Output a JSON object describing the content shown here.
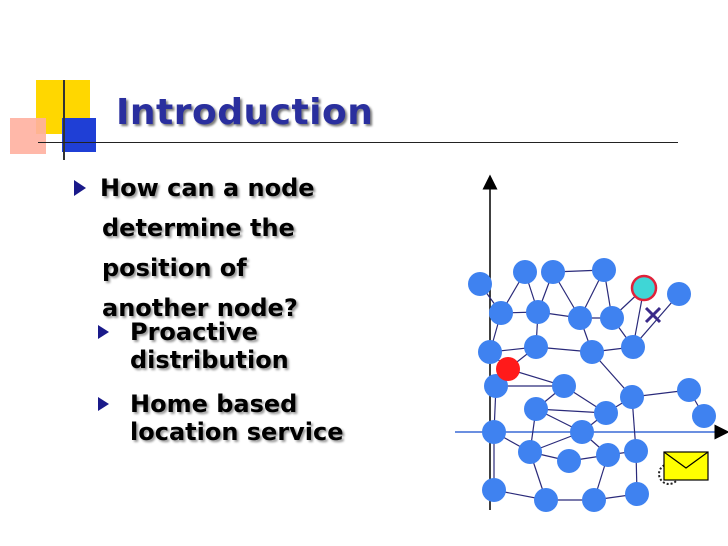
{
  "slide": {
    "title": "Introduction",
    "bullets": [
      {
        "lines": [
          "How can a node",
          "determine the",
          "position of",
          "another node?"
        ],
        "sub_bullets": [
          {
            "lines": [
              "Proactive",
              "distribution"
            ]
          },
          {
            "lines": [
              "Home based",
              "location service"
            ]
          }
        ]
      }
    ]
  },
  "colors": {
    "title": "#2a2f9e",
    "node": "#3f82f0",
    "source_node": "#ff1a1a",
    "target_node": "#3fd6d6",
    "target_ring": "#e0223a",
    "marker_x": "#3a2a8a",
    "envelope": "#ffff00",
    "dotted_ring": "#222222",
    "deco_yellow": "#ffd700",
    "deco_blue": "#1f3fd6",
    "deco_pink": "#ff9a8a"
  },
  "icons": [
    "bullet-arrow-icon",
    "message-envelope-icon",
    "target-x-icon"
  ]
}
